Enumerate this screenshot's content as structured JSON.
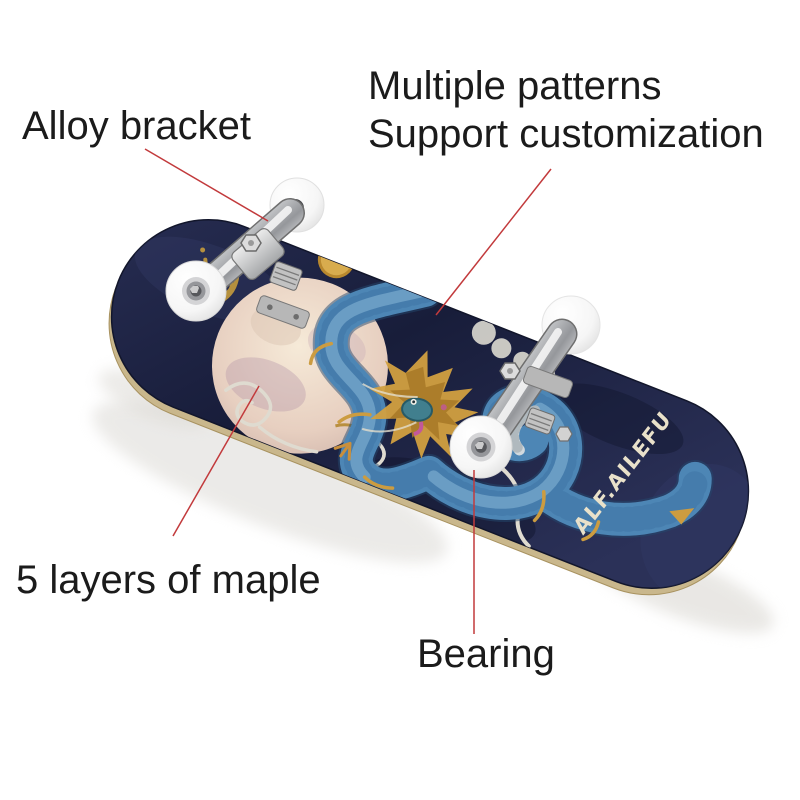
{
  "page": {
    "background": "#ffffff"
  },
  "annotations": {
    "alloy_bracket": "Alloy bracket",
    "patterns_line1": "Multiple patterns",
    "patterns_line2": "Support customization",
    "maple": "5 layers of maple",
    "bearing": "Bearing"
  },
  "product": {
    "brand_text": "ALF.AILEFU",
    "graphic": "blue-dragon-moon-clouds-deck"
  },
  "colors": {
    "label_text": "#1b1b1b",
    "annotation_line": "#c23a3c",
    "deck_navy": "#1e2444",
    "deck_edge_wood": "#c9b78c",
    "moon": "#ecd9c6",
    "dragon_blue": "#4d86b5",
    "gold": "#cc9c40",
    "wheel_white": "#ffffff",
    "chrome": "#c9c9c9",
    "brand_ink": "#e9e1ca"
  }
}
